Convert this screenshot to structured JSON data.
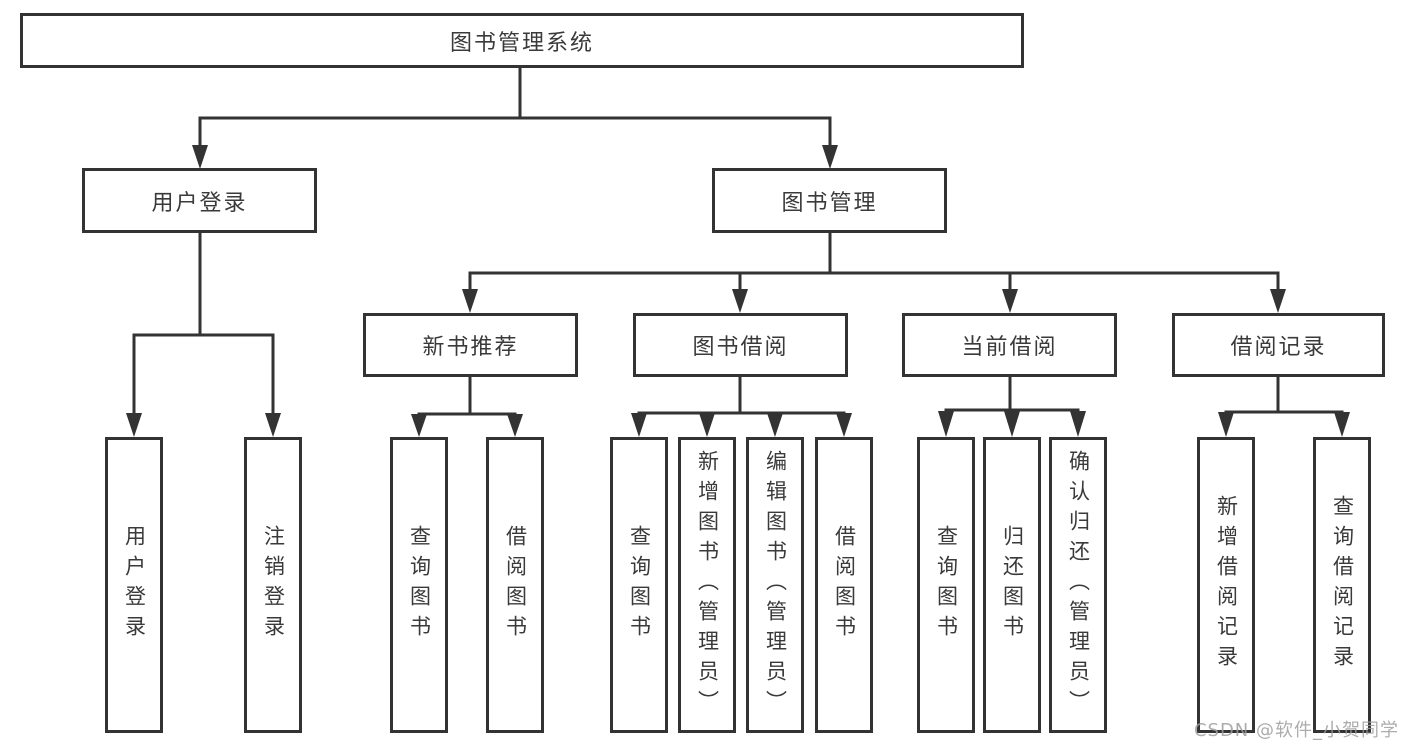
{
  "diagram": {
    "root": {
      "label": "图书管理系统"
    },
    "level2": [
      {
        "label": "用户登录"
      },
      {
        "label": "图书管理"
      }
    ],
    "level3": [
      {
        "label": "新书推荐"
      },
      {
        "label": "图书借阅"
      },
      {
        "label": "当前借阅"
      },
      {
        "label": "借阅记录"
      }
    ],
    "leaves": [
      {
        "label": "用户登录"
      },
      {
        "label": "注销登录"
      },
      {
        "label": "查询图书"
      },
      {
        "label": "借阅图书"
      },
      {
        "label": "查询图书"
      },
      {
        "label": "新增图书（管理员）"
      },
      {
        "label": "编辑图书（管理员）"
      },
      {
        "label": "借阅图书"
      },
      {
        "label": "查询图书"
      },
      {
        "label": "归还图书"
      },
      {
        "label": "确认归还（管理员）"
      },
      {
        "label": "新增借阅记录"
      },
      {
        "label": "查询借阅记录"
      }
    ]
  },
  "watermark": "CSDN @软件_小贺同学",
  "colors": {
    "line": "#333333",
    "text": "#3a3a3a",
    "watermark": "#9e9e9e",
    "background": "#ffffff"
  }
}
